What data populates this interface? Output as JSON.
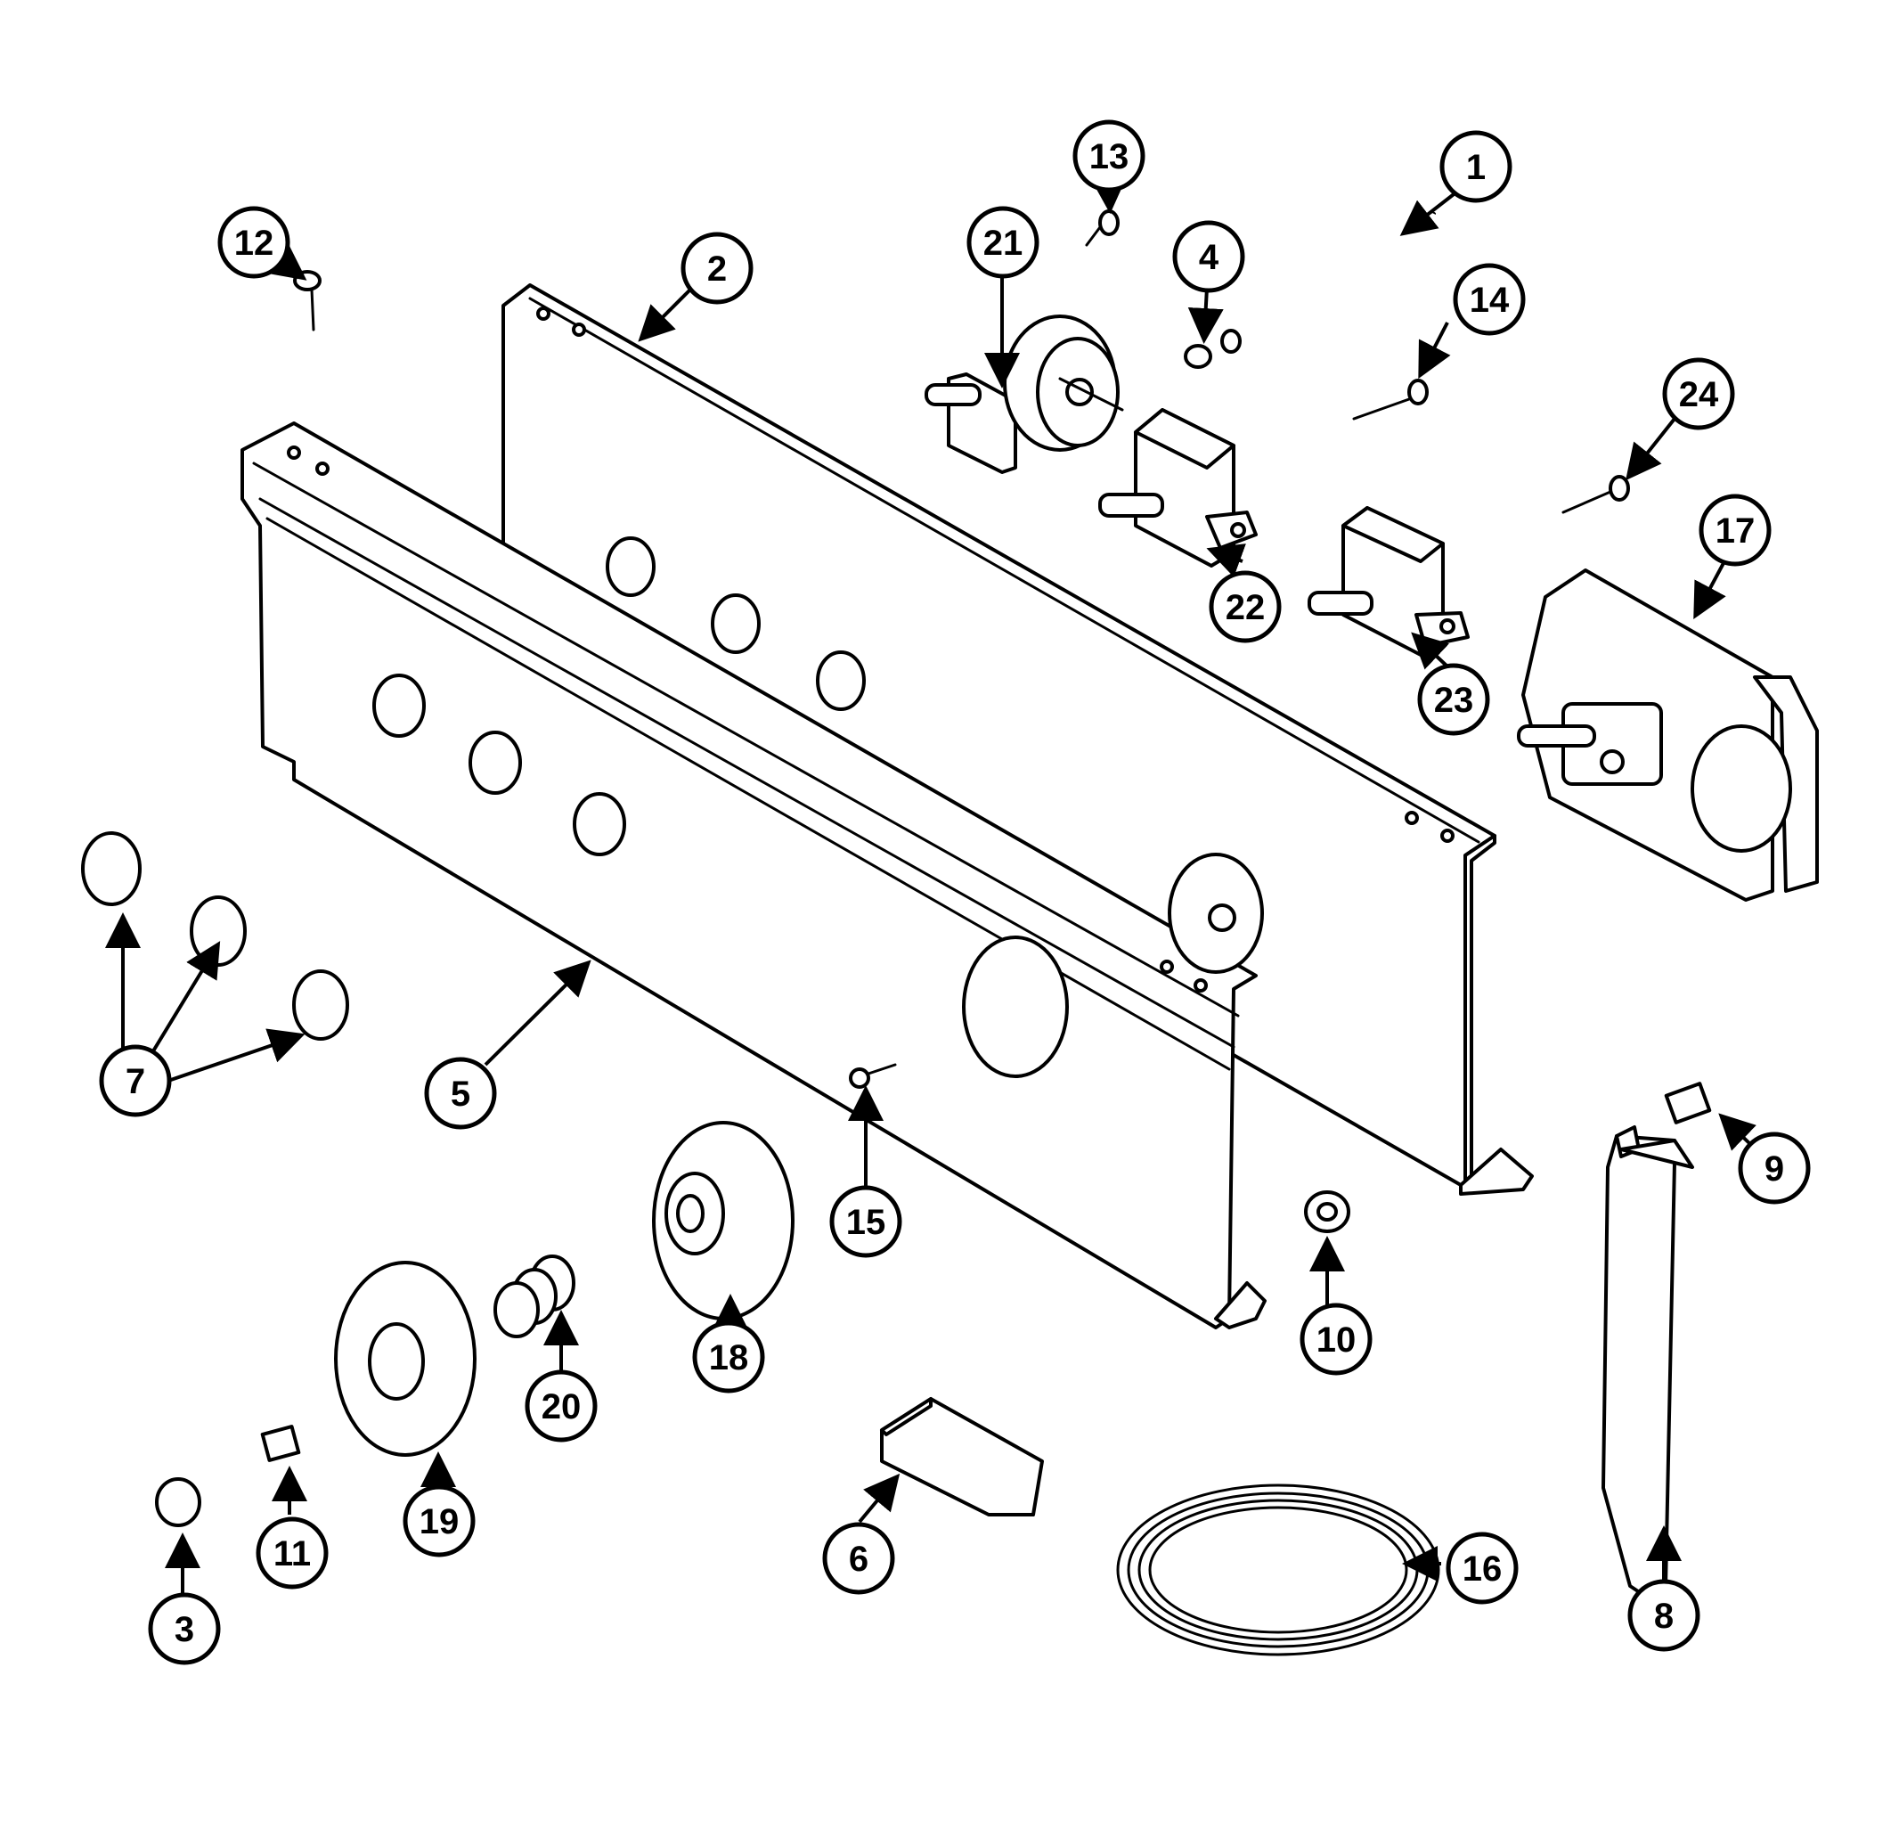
{
  "diagram": {
    "type": "exploded-parts-view",
    "callouts": [
      {
        "id": "c1",
        "label": "1"
      },
      {
        "id": "c2",
        "label": "2"
      },
      {
        "id": "c3",
        "label": "3"
      },
      {
        "id": "c4",
        "label": "4"
      },
      {
        "id": "c5",
        "label": "5"
      },
      {
        "id": "c6",
        "label": "6"
      },
      {
        "id": "c7",
        "label": "7"
      },
      {
        "id": "c8",
        "label": "8"
      },
      {
        "id": "c9",
        "label": "9"
      },
      {
        "id": "c10",
        "label": "10"
      },
      {
        "id": "c11",
        "label": "11"
      },
      {
        "id": "c12",
        "label": "12"
      },
      {
        "id": "c13",
        "label": "13"
      },
      {
        "id": "c14",
        "label": "14"
      },
      {
        "id": "c15",
        "label": "15"
      },
      {
        "id": "c16",
        "label": "16"
      },
      {
        "id": "c17",
        "label": "17"
      },
      {
        "id": "c18",
        "label": "18"
      },
      {
        "id": "c19",
        "label": "19"
      },
      {
        "id": "c20",
        "label": "20"
      },
      {
        "id": "c21",
        "label": "21"
      },
      {
        "id": "c22",
        "label": "22"
      },
      {
        "id": "c23",
        "label": "23"
      },
      {
        "id": "c24",
        "label": "24"
      }
    ]
  }
}
